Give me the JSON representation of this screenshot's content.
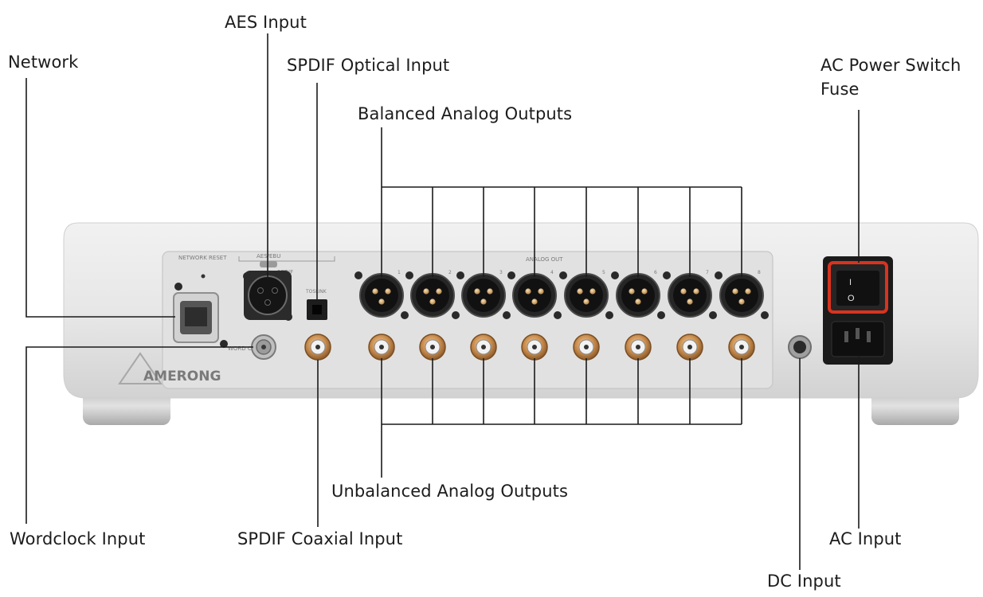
{
  "labels": {
    "network": "Network",
    "aes_input": "AES Input",
    "spdif_optical_input": "SPDIF Optical Input",
    "balanced_analog_outputs": "Balanced Analog Outputs",
    "ac_power_switch": "AC Power Switch",
    "fuse": "Fuse",
    "wordclock_input": "Wordclock Input",
    "spdif_coaxial_input": "SPDIF Coaxial Input",
    "unbalanced_analog_outputs": "Unbalanced Analog Outputs",
    "ac_input": "AC Input",
    "dc_input": "DC Input"
  },
  "device": {
    "brand": "AMERONG",
    "panel_text": {
      "network_reset": "NETWORK RESET",
      "aes": "AES/EBU",
      "aes_sub": "SPDIF",
      "toslink": "TOSLINK",
      "word_clock": "WORD CLOCK",
      "analog_out": "ANALOG OUT",
      "channels": [
        "1",
        "2",
        "3",
        "4",
        "5",
        "6",
        "7",
        "8"
      ],
      "switch_i": "I",
      "switch_o": "O"
    }
  },
  "colors": {
    "line": "#1a1a1a",
    "chassis": "#e8e8e8",
    "panel": "#dedede",
    "accent_red": "#d9331f",
    "gold": "#c48a4a"
  }
}
